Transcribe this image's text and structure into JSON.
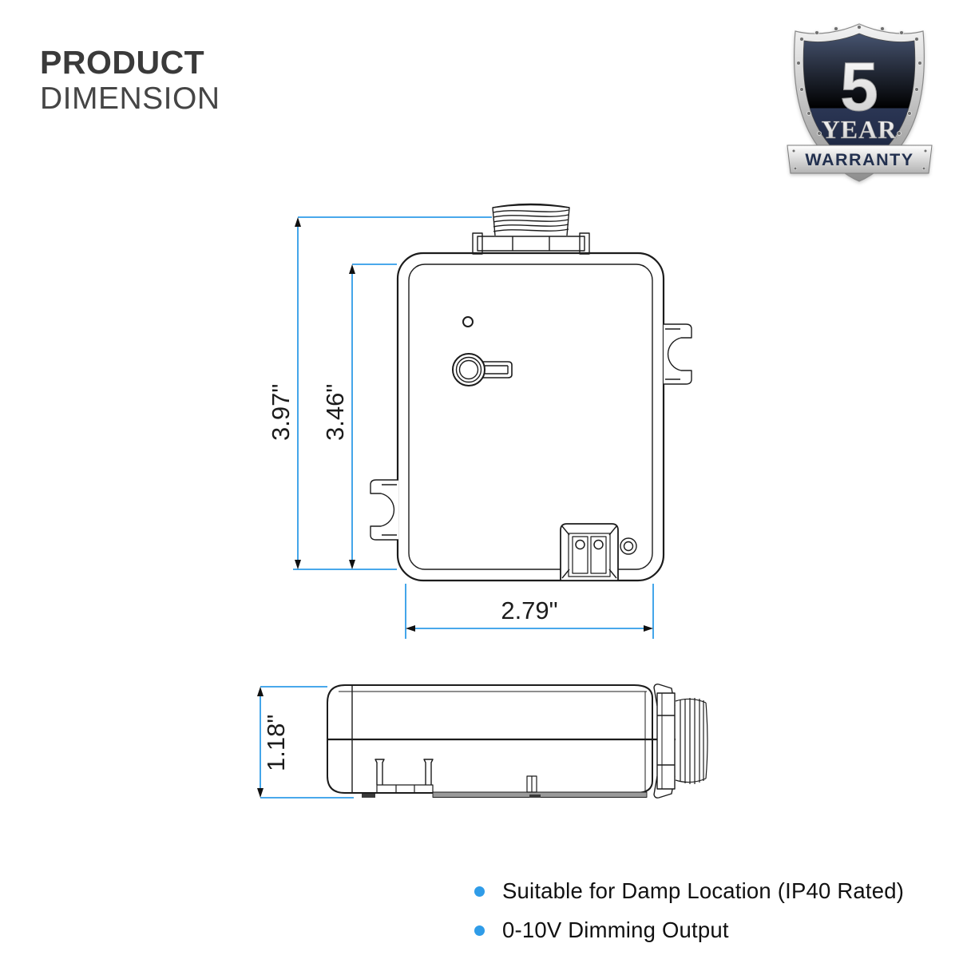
{
  "title": {
    "line1": "PRODUCT",
    "line2": "DIMENSION"
  },
  "badge": {
    "value": "5",
    "unit": "YEAR",
    "ribbon": "WARRANTY"
  },
  "dimensions": {
    "overall_height": "3.97\"",
    "body_height": "3.46\"",
    "body_width": "2.79\"",
    "depth": "1.18\""
  },
  "features": [
    {
      "text": "Suitable for Damp Location (IP40 Rated)"
    },
    {
      "text": "0-10V Dimming Output"
    }
  ],
  "colors": {
    "dimension_line": "#2f9ce8",
    "bullet": "#2f9ce8",
    "drawing_line": "#1c1c1c",
    "badge_navy": "#1f2a47",
    "title_text": "#3a3a3a"
  }
}
